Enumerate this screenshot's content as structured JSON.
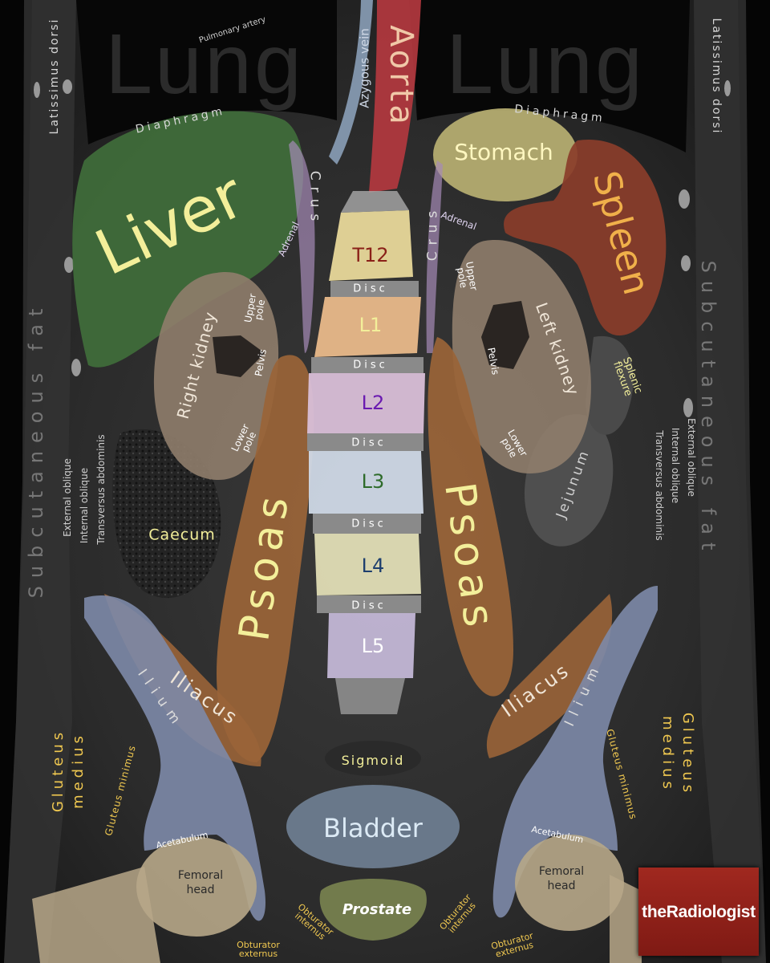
{
  "colors": {
    "liver": "#3f6b3a",
    "spleen": "#8a3d2a",
    "stomach": "#b9b072",
    "aorta": "#b3383f",
    "psoas": "#9a6438",
    "iliacus": "#9a6438",
    "bladder": "#6d7c8f",
    "prostate": "#76804e",
    "ilium": "#7d8aa8",
    "kidney": "#8f7d6c",
    "femoral_head": "#b7a788",
    "t12": "#e8d89a",
    "l1": "#e9b98a",
    "l2": "#d9bfd8",
    "l3": "#cfd8e6",
    "l4": "#e0ddb5",
    "l5": "#c3b7d6",
    "label_yellow": "#f3ef9a",
    "label_white": "#ffffff",
    "label_pale": "#e6d9c4",
    "label_faint": "#777777"
  },
  "labels": {
    "lung_left": "Lung",
    "lung_right": "Lung",
    "pulmonary_artery": "Pulmonary artery",
    "azygous_vein": "Azygous vein",
    "aorta": "Aorta",
    "latissimus_left": "Latissimus dorsi",
    "latissimus_right": "Latissimus dorsi",
    "diaphragm_left": "Diaphragm",
    "diaphragm_right": "Diaphragm",
    "liver": "Liver",
    "crus_left": "Crus",
    "crus_right": "Crus",
    "adrenal_left": "Adrenal",
    "adrenal_right": "Adrenal",
    "stomach": "Stomach",
    "spleen": "Spleen",
    "subcutaneous_left": "Subcutaneous fat",
    "subcutaneous_right": "Subcutaneous fat",
    "t12": "T12",
    "disc1": "Disc",
    "l1": "L1",
    "disc2": "Disc",
    "l2": "L2",
    "disc3": "Disc",
    "l3": "L3",
    "disc4": "Disc",
    "l4": "L4",
    "disc5": "Disc",
    "l5": "L5",
    "upper_pole_right": "Upper pole",
    "upper_pole_left": "Upper pole",
    "right_kidney": "Right kidney",
    "left_kidney": "Left kidney",
    "pelvis_right": "Pelvis",
    "pelvis_left": "Pelvis",
    "lower_pole_right": "Lower pole",
    "lower_pole_left": "Lower pole",
    "splenic_flexure": "Splenic flexure",
    "ext_oblique_left": "External oblique",
    "int_oblique_left": "Internal oblique",
    "transversus_left": "Transversus abdominis",
    "ext_oblique_right": "External oblique",
    "int_oblique_right": "Internal oblique",
    "transversus_right": "Transversus abdominis",
    "caecum": "Caecum",
    "jejunum": "Jejunum",
    "psoas_left": "Psoas",
    "psoas_right": "Psoas",
    "iliacus_left": "Iliacus",
    "iliacus_right": "Iliacus",
    "ilium_left": "Ilium",
    "ilium_right": "Ilium",
    "gluteus_medius_left": "Gluteus medius",
    "gluteus_medius_right": "Gluteus medius",
    "gluteus_minimus_left": "Gluteus minimus",
    "gluteus_minimus_right": "Gluteus minimus",
    "sigmoid": "Sigmoid",
    "bladder": "Bladder",
    "prostate": "Prostate",
    "acetabulum_left": "Acetabulum",
    "acetabulum_right": "Acetabulum",
    "femoral_head_left": "Femoral head",
    "femoral_head_right": "Femoral head",
    "obturator_internus_left": "Obturator internus",
    "obturator_internus_right": "Obturator internus",
    "obturator_externus_left": "Obturator externus",
    "obturator_externus_right": "Obturator externus"
  },
  "logo": {
    "text": "theRadiologist"
  }
}
